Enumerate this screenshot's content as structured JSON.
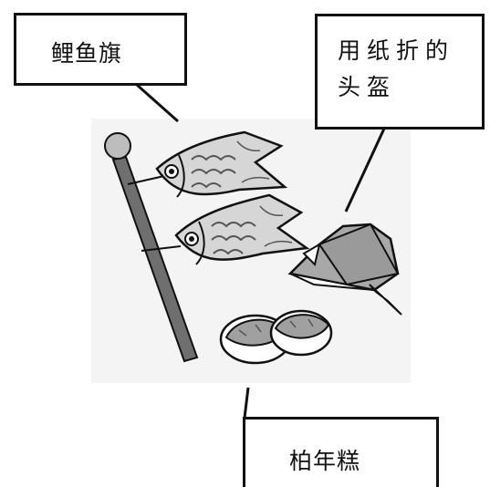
{
  "labels": {
    "koinobori": "鲤鱼旗",
    "kabuto": "用纸折的头盔",
    "kashiwa_mochi": "柏年糕"
  },
  "colors": {
    "outline": "#111111",
    "pole": "#6f6f6f",
    "pole_top": "#bdbdbd",
    "fish": "#d6d6d6",
    "fish_dark": "#8a8a8a",
    "helmet": "#a8a8a8",
    "mochi": "#a0a0a0",
    "background_patch": "#f2f2f2"
  }
}
